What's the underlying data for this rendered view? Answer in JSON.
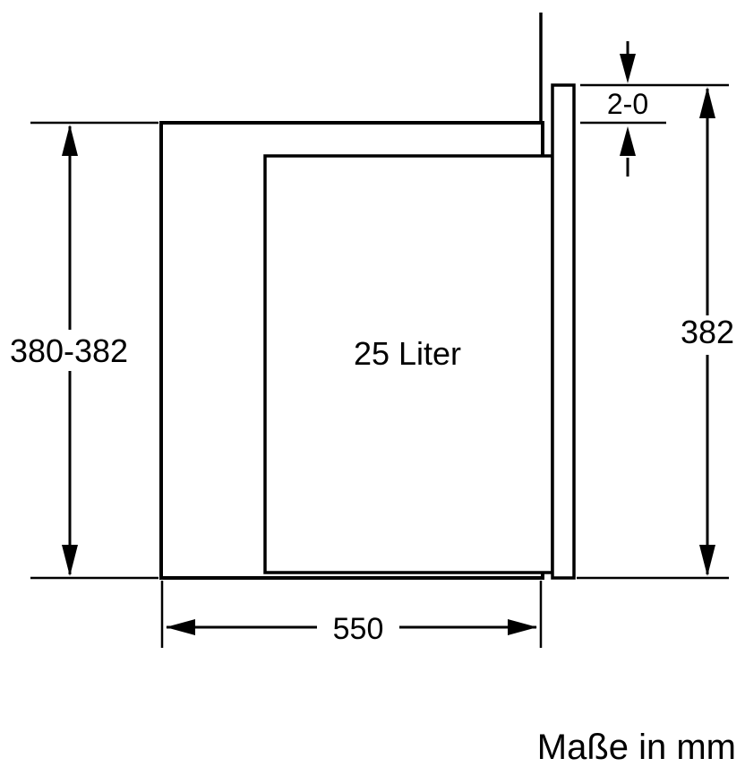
{
  "diagram": {
    "units_note": "Maße in mm",
    "cavity_label": "25 Liter",
    "dimensions": {
      "left_height": "380-382",
      "right_height": "382",
      "top_gap": "2-0",
      "bottom_width": "550"
    },
    "colors": {
      "line": "#000000",
      "background": "#ffffff"
    }
  }
}
